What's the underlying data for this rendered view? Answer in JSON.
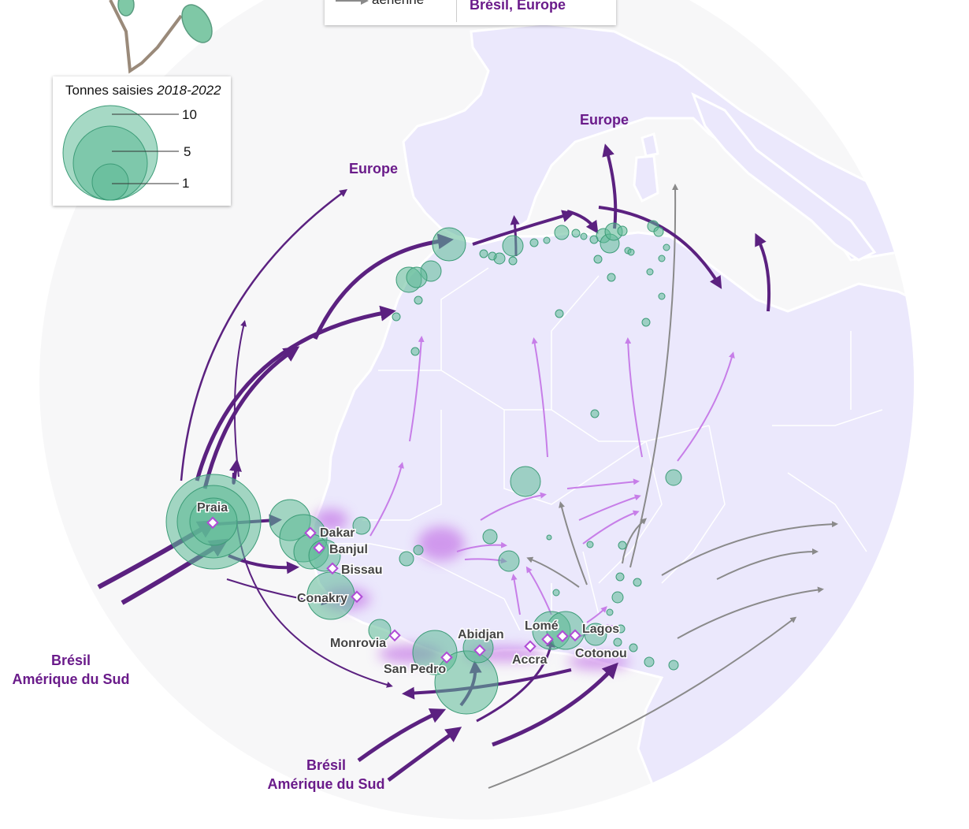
{
  "legend": {
    "title": "Tonnes saisies",
    "period": "2018-2022",
    "values": [
      "10",
      "5",
      "1"
    ]
  },
  "top_legend": {
    "air_label": "aérienne",
    "destination_label": "Brésil, Europe"
  },
  "regions": {
    "europe_west": "Europe",
    "europe_east": "Europe",
    "bresil_left_1": "Brésil",
    "bresil_left_2": "Amérique du Sud",
    "bresil_bottom_1": "Brésil",
    "bresil_bottom_2": "Amérique du Sud"
  },
  "cities": [
    "Praia",
    "Dakar",
    "Banjul",
    "Bissau",
    "Conakry",
    "Monrovia",
    "Abidjan",
    "San Pedro",
    "Lomé",
    "Accra",
    "Lagos",
    "Cotonou"
  ],
  "colors": {
    "circle": "#5dba96",
    "maritime_arrow": "#5b2180",
    "land_arrow": "#c77ee8",
    "air_arrow": "#8a8a8a",
    "land": "#ebe8fc",
    "text_region": "#6a1b8a"
  }
}
